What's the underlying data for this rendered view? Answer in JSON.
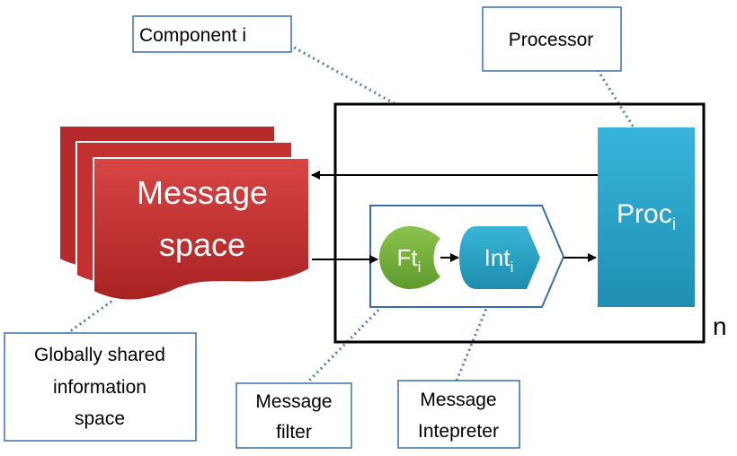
{
  "diagram": {
    "callouts": {
      "component": "Component  i",
      "processor": "Processor",
      "global_line1": "Globally shared",
      "global_line2": "information",
      "global_line3": "space",
      "filter_line1": "Message",
      "filter_line2": "filter",
      "interpreter_line1": "Message",
      "interpreter_line2": "Intepreter"
    },
    "message_space": {
      "line1": "Message",
      "line2": "space"
    },
    "filter": {
      "base": "Ft",
      "sub": "i"
    },
    "interpreter": {
      "base": "Int",
      "sub": "i"
    },
    "processor": {
      "base": "Proc",
      "sub": "i"
    },
    "replication_label": "n",
    "colors": {
      "message_space": "#cc3333",
      "filter": "#7cb342",
      "interpreter": "#2aa3c4",
      "processor": "#30a8cf",
      "callout_border": "#3b6ea8",
      "leader": "#4a7ebb"
    }
  }
}
